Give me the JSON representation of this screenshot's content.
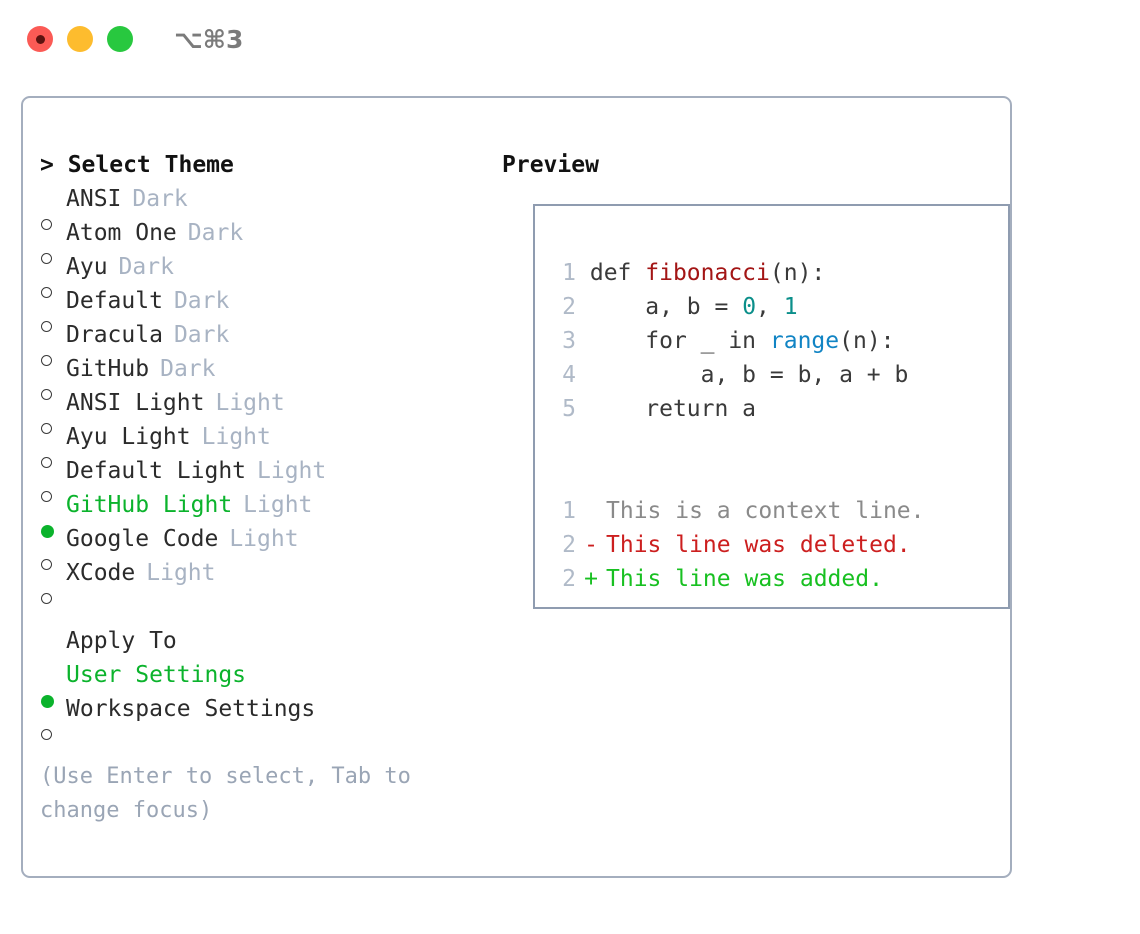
{
  "window": {
    "shortcut": "⌥⌘3",
    "traffic_lights": [
      {
        "name": "close-button",
        "color": "#fb5a55"
      },
      {
        "name": "minimize-button",
        "color": "#fdbc2e"
      },
      {
        "name": "maximize-button",
        "color": "#28c83f"
      }
    ]
  },
  "theme_panel": {
    "header": "> Select Theme",
    "items": [
      {
        "marker": "ring",
        "label": "ANSI",
        "badge": "Dark",
        "selected": false
      },
      {
        "marker": "ring",
        "label": "Atom One",
        "badge": "Dark",
        "selected": false
      },
      {
        "marker": "ring",
        "label": "Ayu",
        "badge": "Dark",
        "selected": false
      },
      {
        "marker": "ring",
        "label": "Default",
        "badge": "Dark",
        "selected": false
      },
      {
        "marker": "ring",
        "label": "Dracula",
        "badge": "Dark",
        "selected": false
      },
      {
        "marker": "ring",
        "label": "GitHub",
        "badge": "Dark",
        "selected": false
      },
      {
        "marker": "ring",
        "label": "ANSI Light",
        "badge": "Light",
        "selected": false
      },
      {
        "marker": "ring",
        "label": "Ayu Light",
        "badge": "Light",
        "selected": false
      },
      {
        "marker": "ring",
        "label": "Default Light",
        "badge": "Light",
        "selected": false
      },
      {
        "marker": "dot",
        "label": "GitHub Light",
        "badge": "Light",
        "selected": true
      },
      {
        "marker": "ring",
        "label": "Google Code",
        "badge": "Light",
        "selected": false
      },
      {
        "marker": "ring",
        "label": "XCode",
        "badge": "Light",
        "selected": false
      }
    ]
  },
  "apply_to": {
    "header": "Apply To",
    "items": [
      {
        "marker": "dot",
        "label": "User Settings",
        "selected": true
      },
      {
        "marker": "ring",
        "label": "Workspace Settings",
        "selected": false
      }
    ]
  },
  "hint": "(Use Enter to select, Tab to change focus)",
  "preview": {
    "title": "Preview",
    "code_lines": [
      {
        "num": "1",
        "segments": [
          {
            "text": "def ",
            "style": "plain"
          },
          {
            "text": "fibonacci",
            "style": "fn"
          },
          {
            "text": "(n):",
            "style": "plain"
          }
        ]
      },
      {
        "num": "2",
        "segments": [
          {
            "text": "    a, b = ",
            "style": "plain"
          },
          {
            "text": "0",
            "style": "num"
          },
          {
            "text": ", ",
            "style": "plain"
          },
          {
            "text": "1",
            "style": "num"
          }
        ]
      },
      {
        "num": "3",
        "segments": [
          {
            "text": "    for _ in ",
            "style": "plain"
          },
          {
            "text": "range",
            "style": "call"
          },
          {
            "text": "(n):",
            "style": "plain"
          }
        ]
      },
      {
        "num": "4",
        "segments": [
          {
            "text": "        a, b = b, a + b",
            "style": "plain"
          }
        ]
      },
      {
        "num": "5",
        "segments": [
          {
            "text": "    return a",
            "style": "plain"
          }
        ]
      }
    ],
    "diff_lines": [
      {
        "num": "1",
        "mark": " ",
        "text": "This is a context line.",
        "kind": "ctx"
      },
      {
        "num": "2",
        "mark": "-",
        "text": "This line was deleted.",
        "kind": "del"
      },
      {
        "num": "2",
        "mark": "+",
        "text": "This line was added.",
        "kind": "add"
      }
    ]
  },
  "colors": {
    "accent_green": "#0bb32c",
    "badge_gray": "#a8b3c3",
    "border": "#a4aebe",
    "preview_border": "#8f9cb0",
    "diff_add": "#18c021",
    "diff_del": "#cc1f1f",
    "syntax_fn": "#a31515",
    "syntax_num": "#0b8f8a",
    "syntax_call": "#1184c4"
  }
}
